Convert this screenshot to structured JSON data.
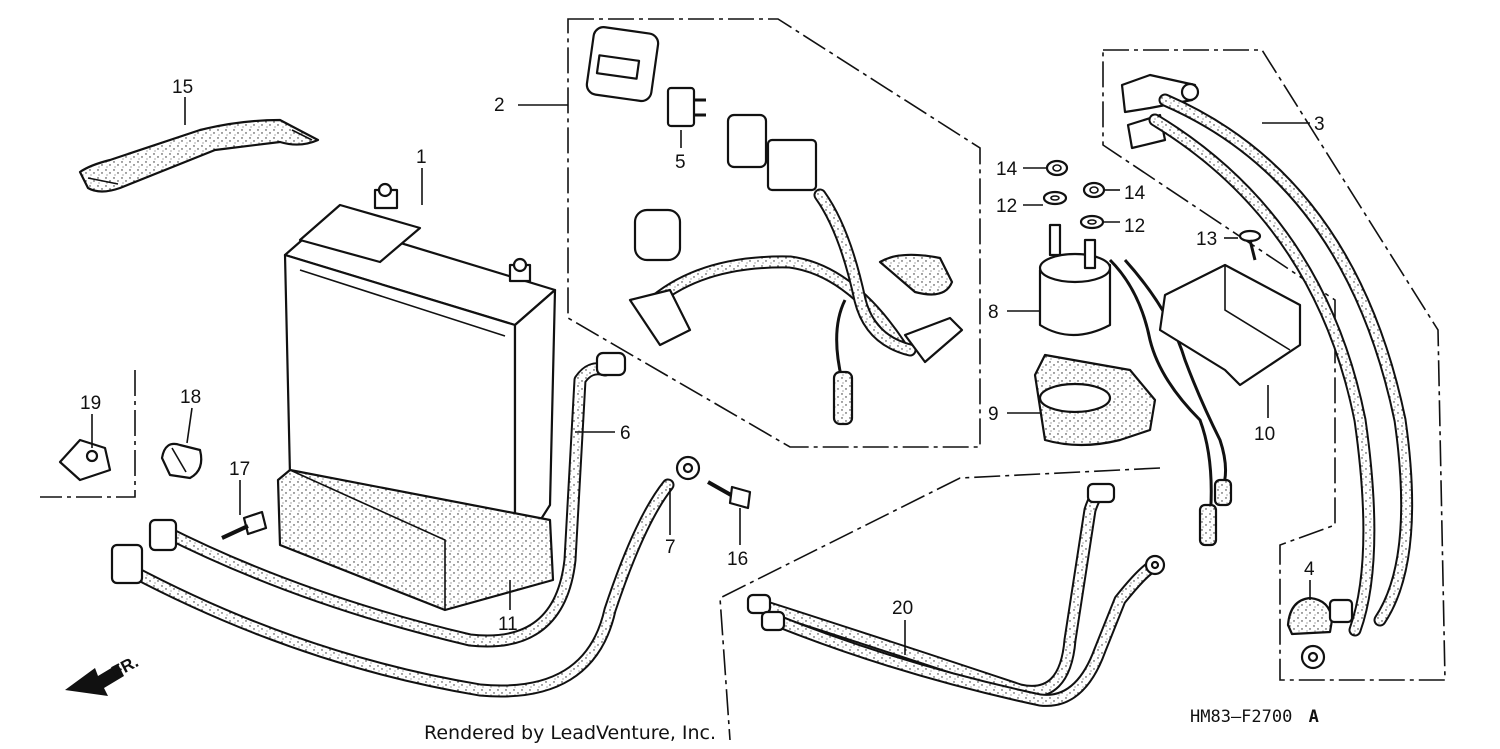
{
  "diagram": {
    "callouts": {
      "c1": "1",
      "c2": "2",
      "c3": "3",
      "c4": "4",
      "c5": "5",
      "c6": "6",
      "c7": "7",
      "c8": "8",
      "c9": "9",
      "c10": "10",
      "c11": "11",
      "c12a": "12",
      "c12b": "12",
      "c13": "13",
      "c14a": "14",
      "c14b": "14",
      "c15": "15",
      "c16": "16",
      "c17": "17",
      "c18": "18",
      "c19": "19",
      "c20": "20"
    },
    "front_marker": "FR.",
    "credit": "Rendered by LeadVenture, Inc.",
    "diagram_code": "HM83—F2700",
    "diagram_code_suffix": "A"
  },
  "colors": {
    "ink": "#111111",
    "paper": "#ffffff"
  }
}
